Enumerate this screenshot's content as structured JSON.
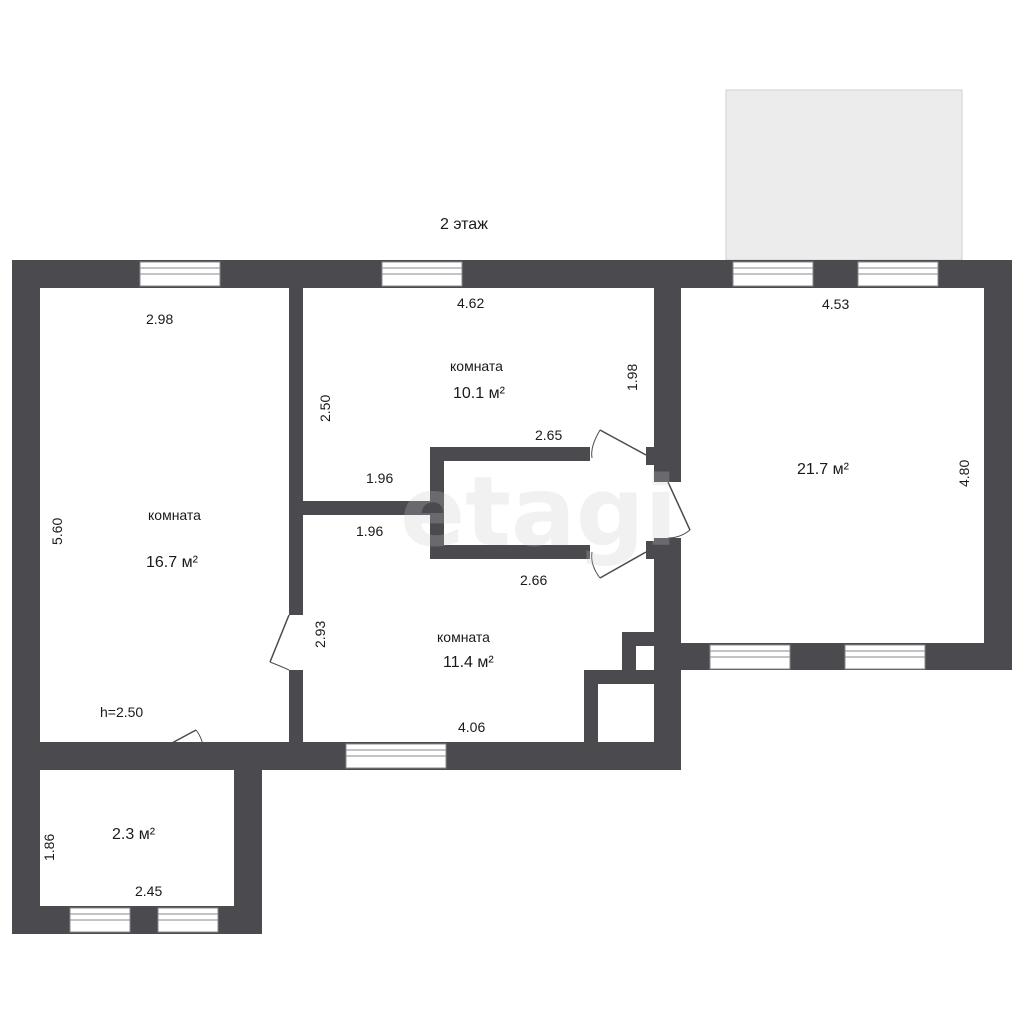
{
  "floor_title": "2 этаж",
  "watermark": "etagi",
  "colors": {
    "wall": "#4a4a4f",
    "balcony": "#ececed",
    "background": "#ffffff"
  },
  "rooms": [
    {
      "id": "left",
      "name": "комната",
      "area": "16.7 м²"
    },
    {
      "id": "top",
      "name": "комната",
      "area": "10.1 м²"
    },
    {
      "id": "middle",
      "name": "комната",
      "area": "11.4 м²"
    },
    {
      "id": "right",
      "name": "",
      "area": "21.7 м²"
    },
    {
      "id": "small",
      "name": "",
      "area": "2.3 м²"
    }
  ],
  "ceiling_height": "h=2.50",
  "dimensions": {
    "left_width": "2.98",
    "left_height": "5.60",
    "top_width": "4.62",
    "top_height_left": "2.50",
    "top_height_right": "1.98",
    "closet_top": "2.65",
    "closet_left_upper": "1.96",
    "closet_left_lower": "1.96",
    "closet_bottom": "2.66",
    "middle_height": "2.93",
    "middle_width": "4.06",
    "right_width": "4.53",
    "right_height": "4.80",
    "small_height": "1.86",
    "small_width": "2.45"
  }
}
